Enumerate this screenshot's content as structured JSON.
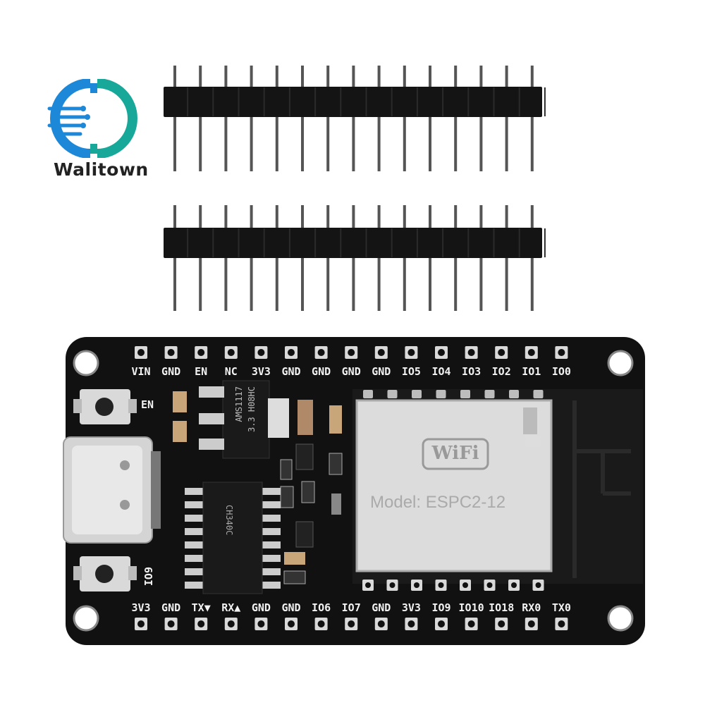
{
  "brand": {
    "name": "Walitown",
    "colors": {
      "blue": "#1e88d8",
      "teal": "#18a89a",
      "text": "#222222"
    }
  },
  "pin_headers": {
    "count": 2,
    "pins_per_header": 15
  },
  "board": {
    "colors": {
      "pcb": "#111111",
      "silkscreen": "#f2f2f2",
      "pad": "#d9d9d9",
      "shield": "#dcdcdc"
    },
    "top_pins": [
      "VIN",
      "GND",
      "EN",
      "NC",
      "3V3",
      "GND",
      "GND",
      "GND",
      "GND",
      "IO5",
      "IO4",
      "IO3",
      "IO2",
      "IO1",
      "IO0"
    ],
    "bottom_pins": [
      "3V3",
      "GND",
      "TX▼",
      "RX▲",
      "GND",
      "GND",
      "IO6",
      "IO7",
      "GND",
      "3V3",
      "IO9",
      "IO10",
      "IO18",
      "RX0",
      "TX0"
    ],
    "buttons": [
      {
        "label": "EN"
      },
      {
        "label": "IO9"
      }
    ],
    "regulator": {
      "line1": "AMS1117",
      "line2": "3.3 H08HC"
    },
    "usb_chip": {
      "line1": "CH340C"
    },
    "module": {
      "logo": "WiFi",
      "model": "Model: ESPC2-12"
    }
  }
}
